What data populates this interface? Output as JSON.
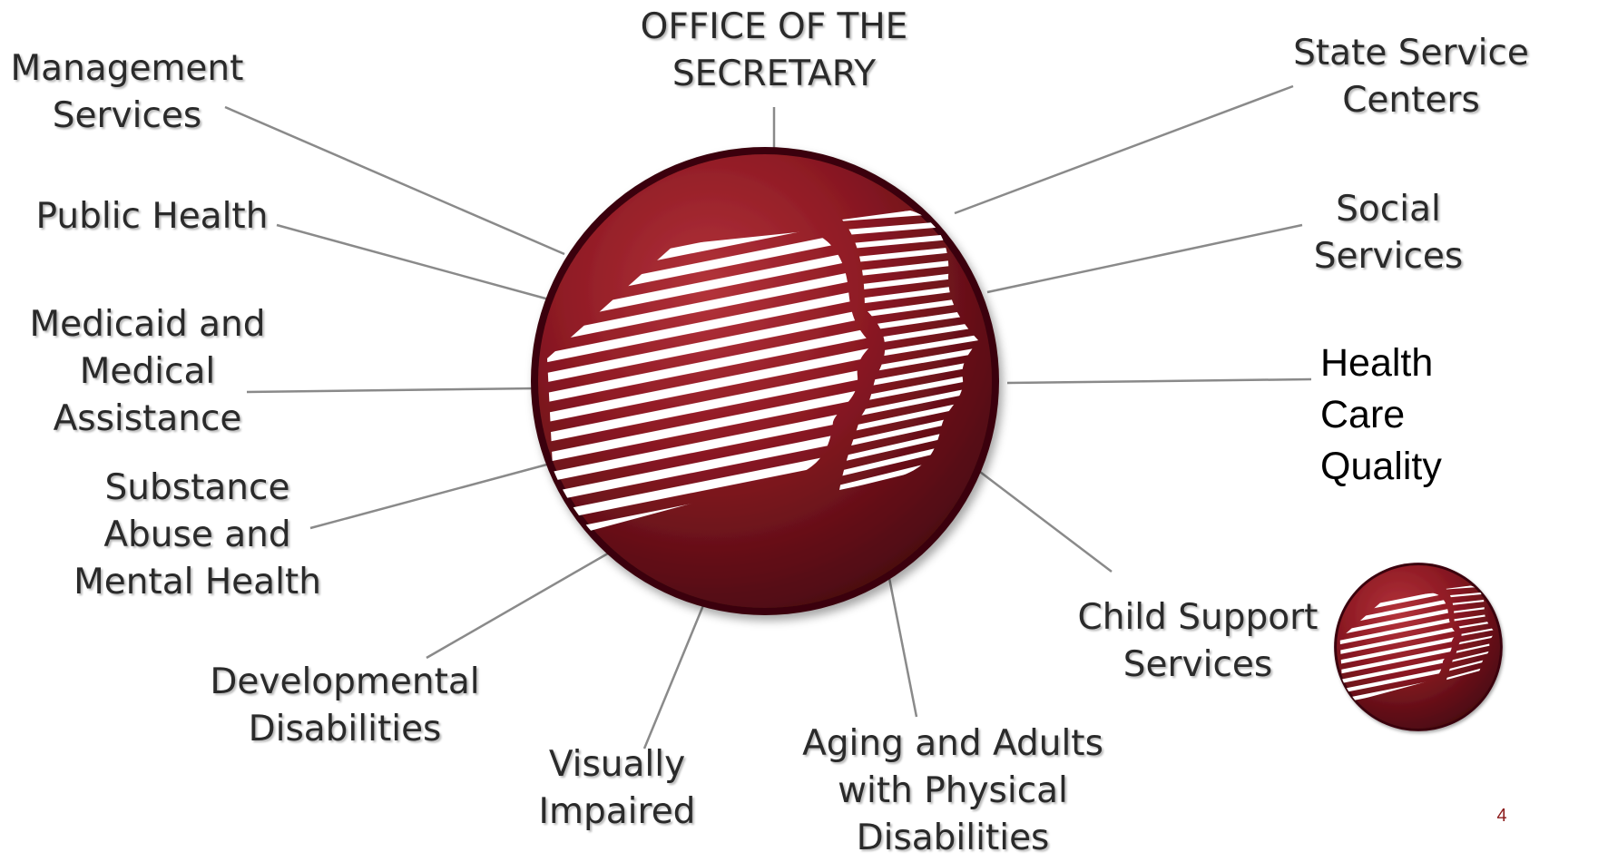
{
  "org_chart": {
    "center": "OFFICE OF THE\nSECRETARY",
    "divisions": {
      "management": "Management\nServices",
      "public_health": "Public Health",
      "medicaid": "Medicaid and\nMedical\nAssistance",
      "substance": "Substance\nAbuse and\nMental Health",
      "developmental": "Developmental\nDisabilities",
      "visually": "Visually\nImpaired",
      "aging": "Aging and Adults\nwith Physical\nDisabilities",
      "child_support": "Child Support\nServices",
      "health_care": "Health\nCare\nQuality",
      "social": "Social\nServices",
      "state_centers": "State Service\nCenters"
    }
  },
  "slide_number": "4",
  "colors": {
    "logo_dark": "#5a0c12",
    "logo_mid": "#8e1a24",
    "logo_light": "#b3333a",
    "connector": "#8a8a8a",
    "label_text": "#2a2a2a",
    "slide_number": "#8b1a1a"
  },
  "icons": {
    "main_logo": "dhss-profile-heads-logo",
    "small_logo": "dhss-profile-heads-logo"
  }
}
